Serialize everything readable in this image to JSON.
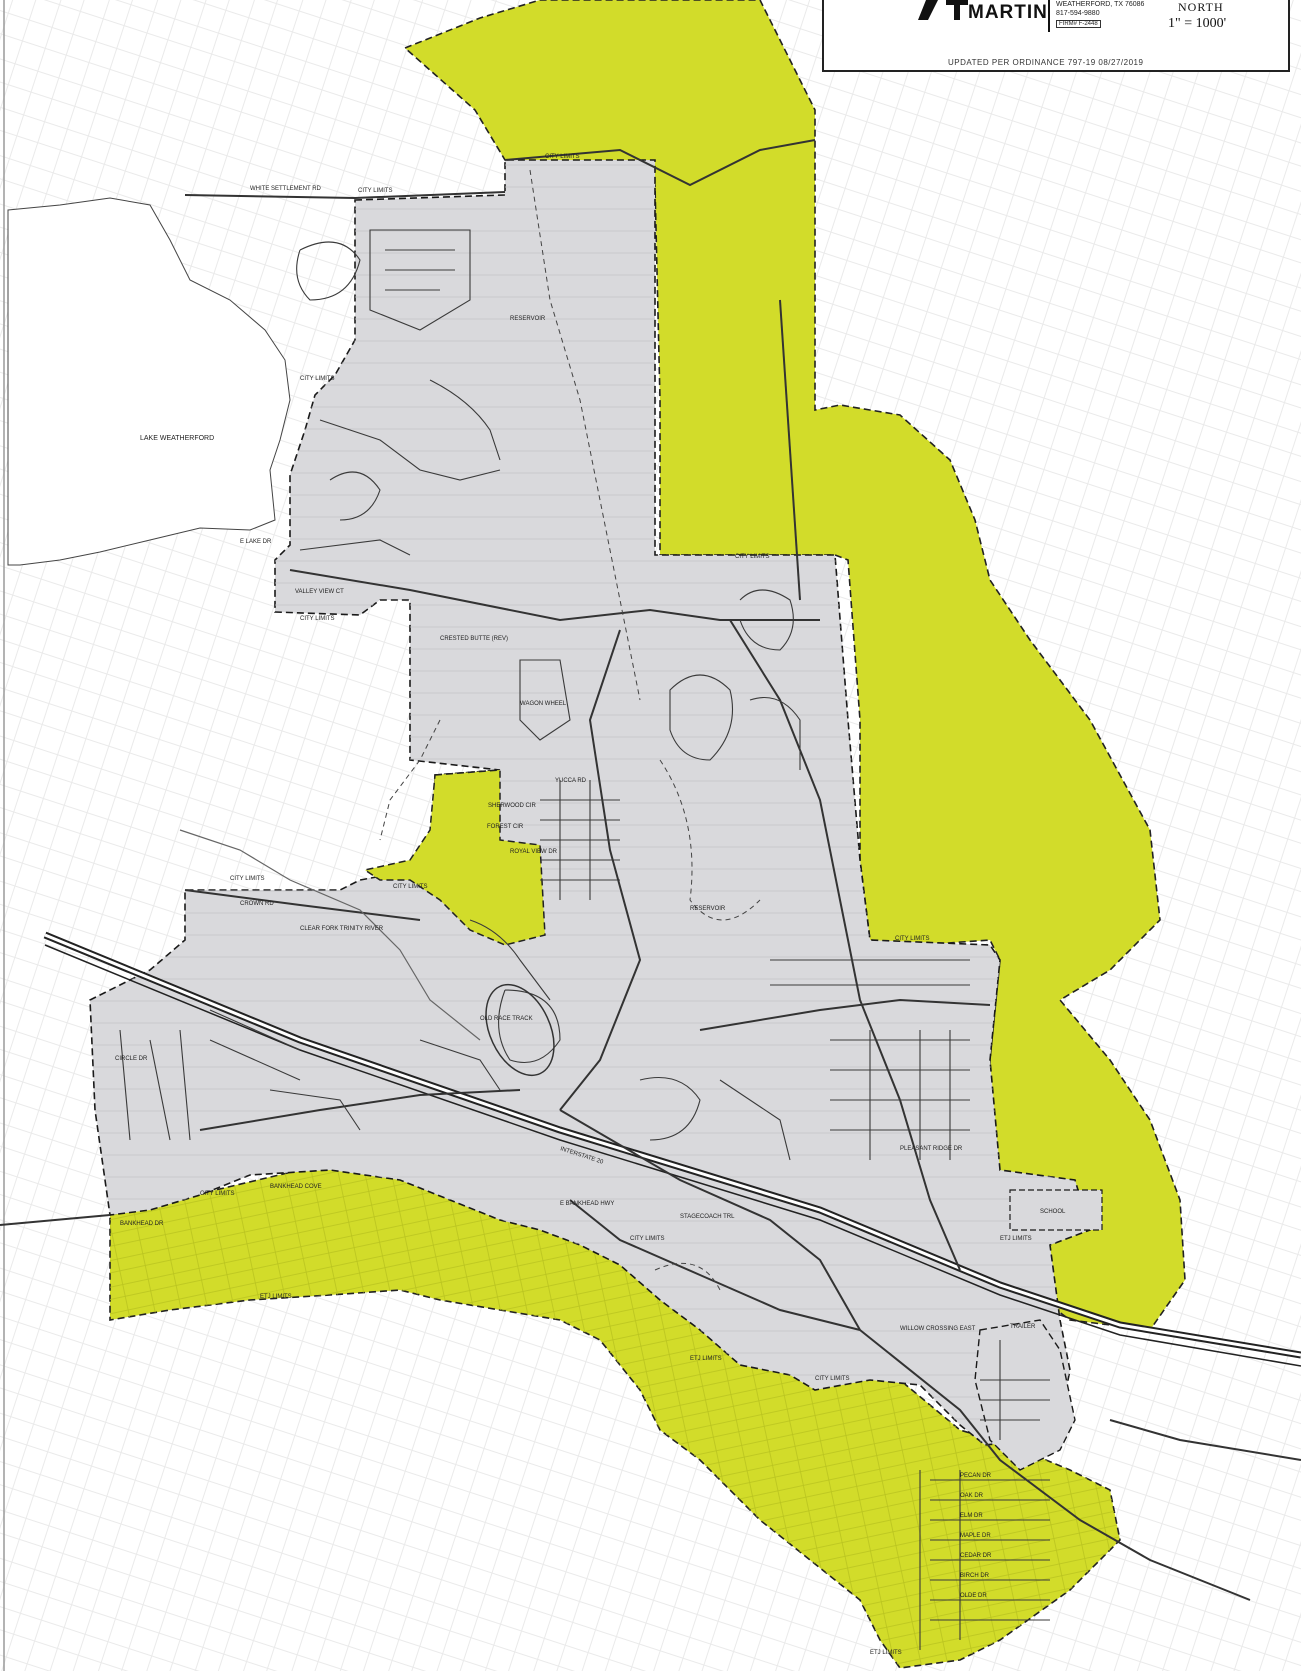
{
  "title_block": {
    "firm": "MARTIN",
    "address_line1": "WEATHERFORD, TX 76086",
    "address_line2": "817-594-9880",
    "firm_number": "FIRM# F-2448",
    "north_label": "NORTH",
    "scale": "1\" = 1000'"
  },
  "updated_note": "UPDATED PER ORDINANCE 797-19 08/27/2019",
  "colors": {
    "city_limits_fill": "#d9d9dc",
    "etj_fill": "#d2dc2a",
    "street": "#333333",
    "background_lines": "#d4d4d4",
    "boundary": "#1a1a1a"
  },
  "labels": {
    "city_limits": "CITY LIMITS",
    "etj_limits": "ETJ LIMITS",
    "lake": "LAKE WEATHERFORD",
    "white_settlement": "WHITE SETTLEMENT RD",
    "crested_butte": "CRESTED BUTTE (REV)",
    "reservoir": "RESERVOIR",
    "old_race_track": "OLD RACE TRACK",
    "clear_fork": "CLEAR FORK TRINITY RIVER",
    "crown_rd": "CROWN RD",
    "sherwood": "SHERWOOD CIR",
    "forest_cir": "FOREST CIR",
    "school": "SCHOOL",
    "willow_crossing": "WILLOW CROSSING EAST",
    "e_bankhead": "E BANKHEAD HWY",
    "stagecoach": "STAGECOACH TRL",
    "bankhead_dr": "BANKHEAD DR",
    "circle_dr": "CIRCLE DR",
    "lake_dr": "E LAKE DR",
    "valley_view": "VALLEY VIEW CT",
    "wagon_wheel": "WAGON WHEEL",
    "royal_view": "ROYAL VIEW DR",
    "yucca": "YUCCA RD",
    "trailer": "TRAILER",
    "bankhead_cove": "BANKHEAD COVE",
    "pleasant_ridge": "PLEASANT RIDGE DR",
    "reservoir2": "RESERVOIR",
    "pecan_dr": "PECAN DR",
    "oak_dr": "OAK DR",
    "elm_dr": "ELM DR",
    "maple_dr": "MAPLE DR",
    "cedar_dr": "CEDAR DR",
    "birch_dr": "BIRCH DR",
    "olde_dr": "OLDE DR",
    "i20": "INTERSTATE 20"
  }
}
